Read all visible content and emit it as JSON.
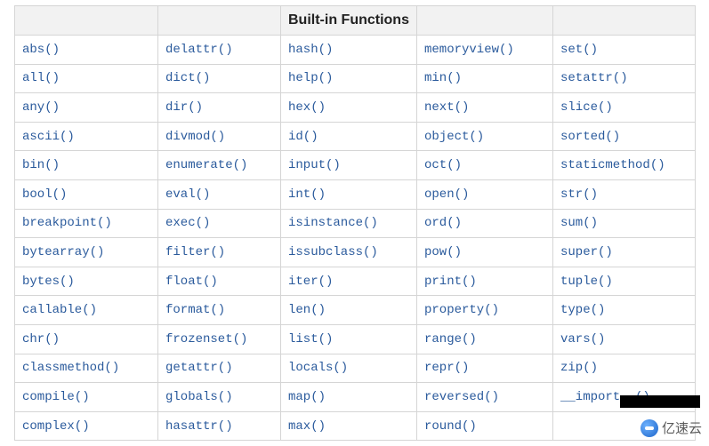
{
  "table": {
    "header": [
      "",
      "",
      "Built-in Functions",
      "",
      ""
    ],
    "rows": [
      [
        "abs()",
        "delattr()",
        "hash()",
        "memoryview()",
        "set()"
      ],
      [
        "all()",
        "dict()",
        "help()",
        "min()",
        "setattr()"
      ],
      [
        "any()",
        "dir()",
        "hex()",
        "next()",
        "slice()"
      ],
      [
        "ascii()",
        "divmod()",
        "id()",
        "object()",
        "sorted()"
      ],
      [
        "bin()",
        "enumerate()",
        "input()",
        "oct()",
        "staticmethod()"
      ],
      [
        "bool()",
        "eval()",
        "int()",
        "open()",
        "str()"
      ],
      [
        "breakpoint()",
        "exec()",
        "isinstance()",
        "ord()",
        "sum()"
      ],
      [
        "bytearray()",
        "filter()",
        "issubclass()",
        "pow()",
        "super()"
      ],
      [
        "bytes()",
        "float()",
        "iter()",
        "print()",
        "tuple()"
      ],
      [
        "callable()",
        "format()",
        "len()",
        "property()",
        "type()"
      ],
      [
        "chr()",
        "frozenset()",
        "list()",
        "range()",
        "vars()"
      ],
      [
        "classmethod()",
        "getattr()",
        "locals()",
        "repr()",
        "zip()"
      ],
      [
        "compile()",
        "globals()",
        "map()",
        "reversed()",
        "__import__()"
      ],
      [
        "complex()",
        "hasattr()",
        "max()",
        "round()",
        ""
      ]
    ]
  },
  "watermark": {
    "text": "亿速云",
    "icon": "yisu-logo-icon"
  },
  "colors": {
    "link": "#2a5a9c",
    "header_bg": "#f2f2f2",
    "border": "#d5d5d5"
  }
}
